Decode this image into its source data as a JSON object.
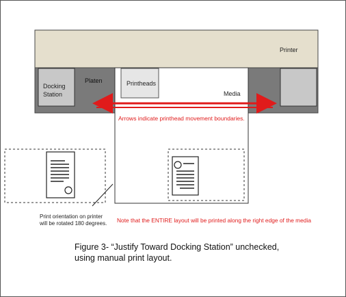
{
  "labels": {
    "printer": "Printer",
    "docking_station": "Docking Station",
    "platen": "Platen",
    "printheads": "Printheads",
    "media": "Media",
    "arrows_note": "Arrows indicate printhead movement boundaries.",
    "orientation_note_line1": "Print orientation on printer",
    "orientation_note_line2": "will be rotated 180 degrees.",
    "layout_note": "Note that the ENTIRE layout will be printed along the right edge of the media"
  },
  "caption": {
    "line1": "Figure 3-  “Justify Toward Docking Station” unchecked,",
    "line2": "using manual print layout."
  },
  "colors": {
    "printer_body": "#e5dfcd",
    "carriage_bar": "#7a7a7a",
    "station_box": "#c8c8c8",
    "arrow_red": "#e01b1b",
    "text_red": "#e01b1b"
  }
}
